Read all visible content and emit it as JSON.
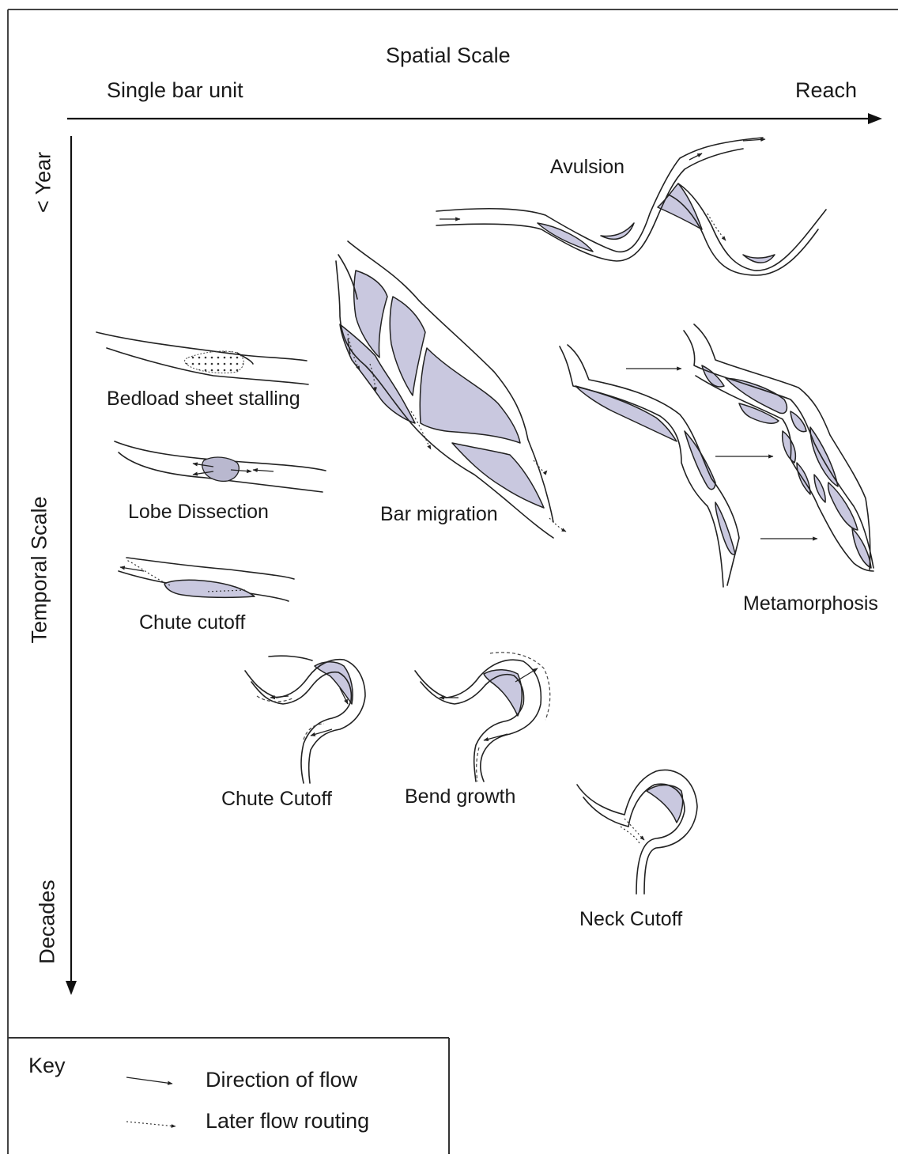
{
  "axes": {
    "spatial_title": "Spatial Scale",
    "spatial_left": "Single bar unit",
    "spatial_right": "Reach",
    "temporal_title": "Temporal Scale",
    "temporal_top": "< Year",
    "temporal_bottom": "Decades"
  },
  "processes": {
    "avulsion": "Avulsion",
    "bedload": "Bedload sheet stalling",
    "lobe": "Lobe Dissection",
    "chute_small": "Chute cutoff",
    "bar_migration": "Bar migration",
    "metamorphosis": "Metamorphosis",
    "chute_large": "Chute Cutoff",
    "bend_growth": "Bend growth",
    "neck_cutoff": "Neck Cutoff"
  },
  "key": {
    "title": "Key",
    "flow": "Direction of flow",
    "later": "Later flow routing"
  },
  "colors": {
    "bar_fill": "#c9c8df",
    "line": "#222222"
  }
}
